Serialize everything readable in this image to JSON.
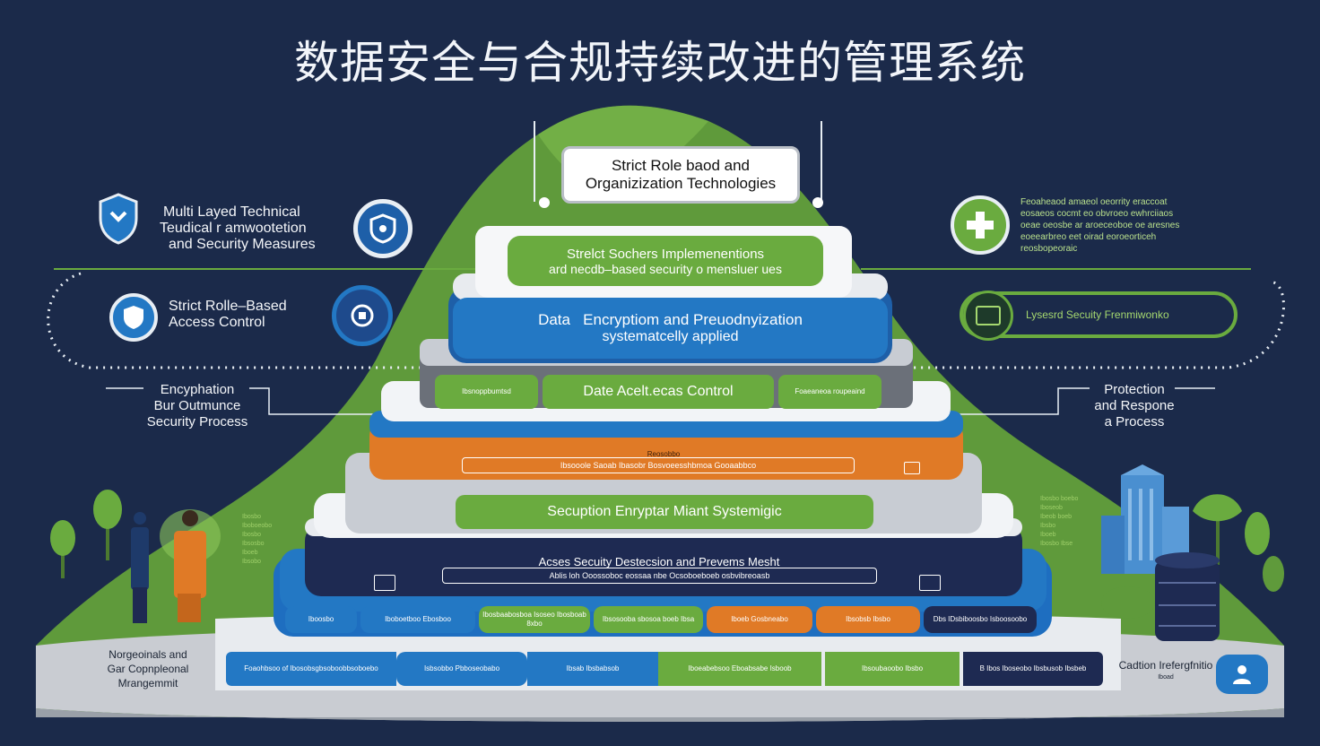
{
  "title": "数据安全与合规持续改进的管理系统",
  "top_box": {
    "line1": "Strict Role baod and",
    "line2": "Organizization Technologies"
  },
  "tier1": {
    "line1": "Strelct Sochers Implemenentions",
    "line2": "ard necdb–based security o mensluer ues"
  },
  "tier2": {
    "line1": "Data   Encryptiom and Preuodnyization",
    "line2": "systematcelly applied"
  },
  "tier3": {
    "center": "Date Acelt.ecas Control",
    "left": "Ibsnoppbumtsd",
    "right": "Foaeaneoa roupeaind"
  },
  "tier4": {
    "caption": "Reosobbo",
    "center": "Ibsooole Saoab Ibasobr Bosvoeesshbmoa Gooaabbco"
  },
  "tier5": {
    "center": "Secuption Enryptar Miant Systemigic"
  },
  "tier6": {
    "title": "Acses Secuity Destecsion and Prevems Mesht",
    "sub": "Ablis loh Ooossoboc eossaa nbe Ocsoboeboeb osbvibreoasb"
  },
  "tier7": {
    "cells": [
      "Iboosbo",
      "Iboboetboo Ebosboo",
      "Ibosbaabosboa Isoseo Ibosboab 8xbo",
      "Ibsosooba sbosoa boeb Ibsa",
      "Iboeb Gosbneabo",
      "Ibsobsb Ibsbo",
      "Dbs IDsbiboosbo Isboosoobo"
    ]
  },
  "tier8": {
    "cells": [
      "Foaohbsoo of Ibosobsgbsoboobbsoboebo",
      "Isbsobbo Pbboseobabo",
      "Ibsab Ibsbabsob",
      "Iboeabebsoo Eboabsabe Isboob",
      "Ibsoubaoobo Ibsbo",
      "B Ibos Iboseobo Ibsbusob Ibsbeb"
    ]
  },
  "left": {
    "l1": {
      "line1": "Multi Layed Technical",
      "line2": "Teudical r amwootetion",
      "line3": "and Security Measures"
    },
    "l2": {
      "line1": "Strict Rolle–Based",
      "line2": "Access Control"
    },
    "l3": {
      "line1": "Encyphation",
      "line2": "Bur Outmunce",
      "line3": "Security Process"
    },
    "bottom": {
      "line1": "Norgeoinals and",
      "line2": "Gar Copnpleonal",
      "line3": "Mrangemmit"
    },
    "person_note": [
      "Ibosbo",
      "Iboboeobo",
      "Ibosbo",
      "Ibsosbo",
      "Iboeb",
      "Ibsobo"
    ]
  },
  "right": {
    "r1": [
      "Feoaheaod amaeol oeorrity eraccoat",
      "eosaeos cocmt eo obvroeo ewhrciiaos",
      "oeae oeosbe ar aroeceoboe oe aresnes",
      "eoeearbreo eet oirad eoroeorticeh",
      "reosbopeoraic"
    ],
    "r2": "Lysesrd Secuity Frenmiwonko",
    "r3": {
      "line1": "Protection",
      "line2": "and Respone",
      "line3": "a Process"
    },
    "bottom": {
      "line1": "Cadtion Irefergfnitio",
      "line2": "Iboad"
    },
    "city_note": [
      "Ibosbo boebo",
      "Iboseob",
      "Ibeob boeb",
      "Ibsbo",
      "Iboeb",
      "Ibosbo Ibse"
    ]
  },
  "colors": {
    "bg": "#1b2a4a",
    "green": "#6aab3f",
    "blue": "#2378c4",
    "orange": "#e07a26",
    "navy": "#1e2a52",
    "gray": "#c8ccd3",
    "white": "#ffffff"
  },
  "icons": [
    "shield-icon",
    "lock-shield-icon",
    "medical-cross-shield-icon",
    "monitor-icon",
    "user-icon",
    "database-icon"
  ]
}
